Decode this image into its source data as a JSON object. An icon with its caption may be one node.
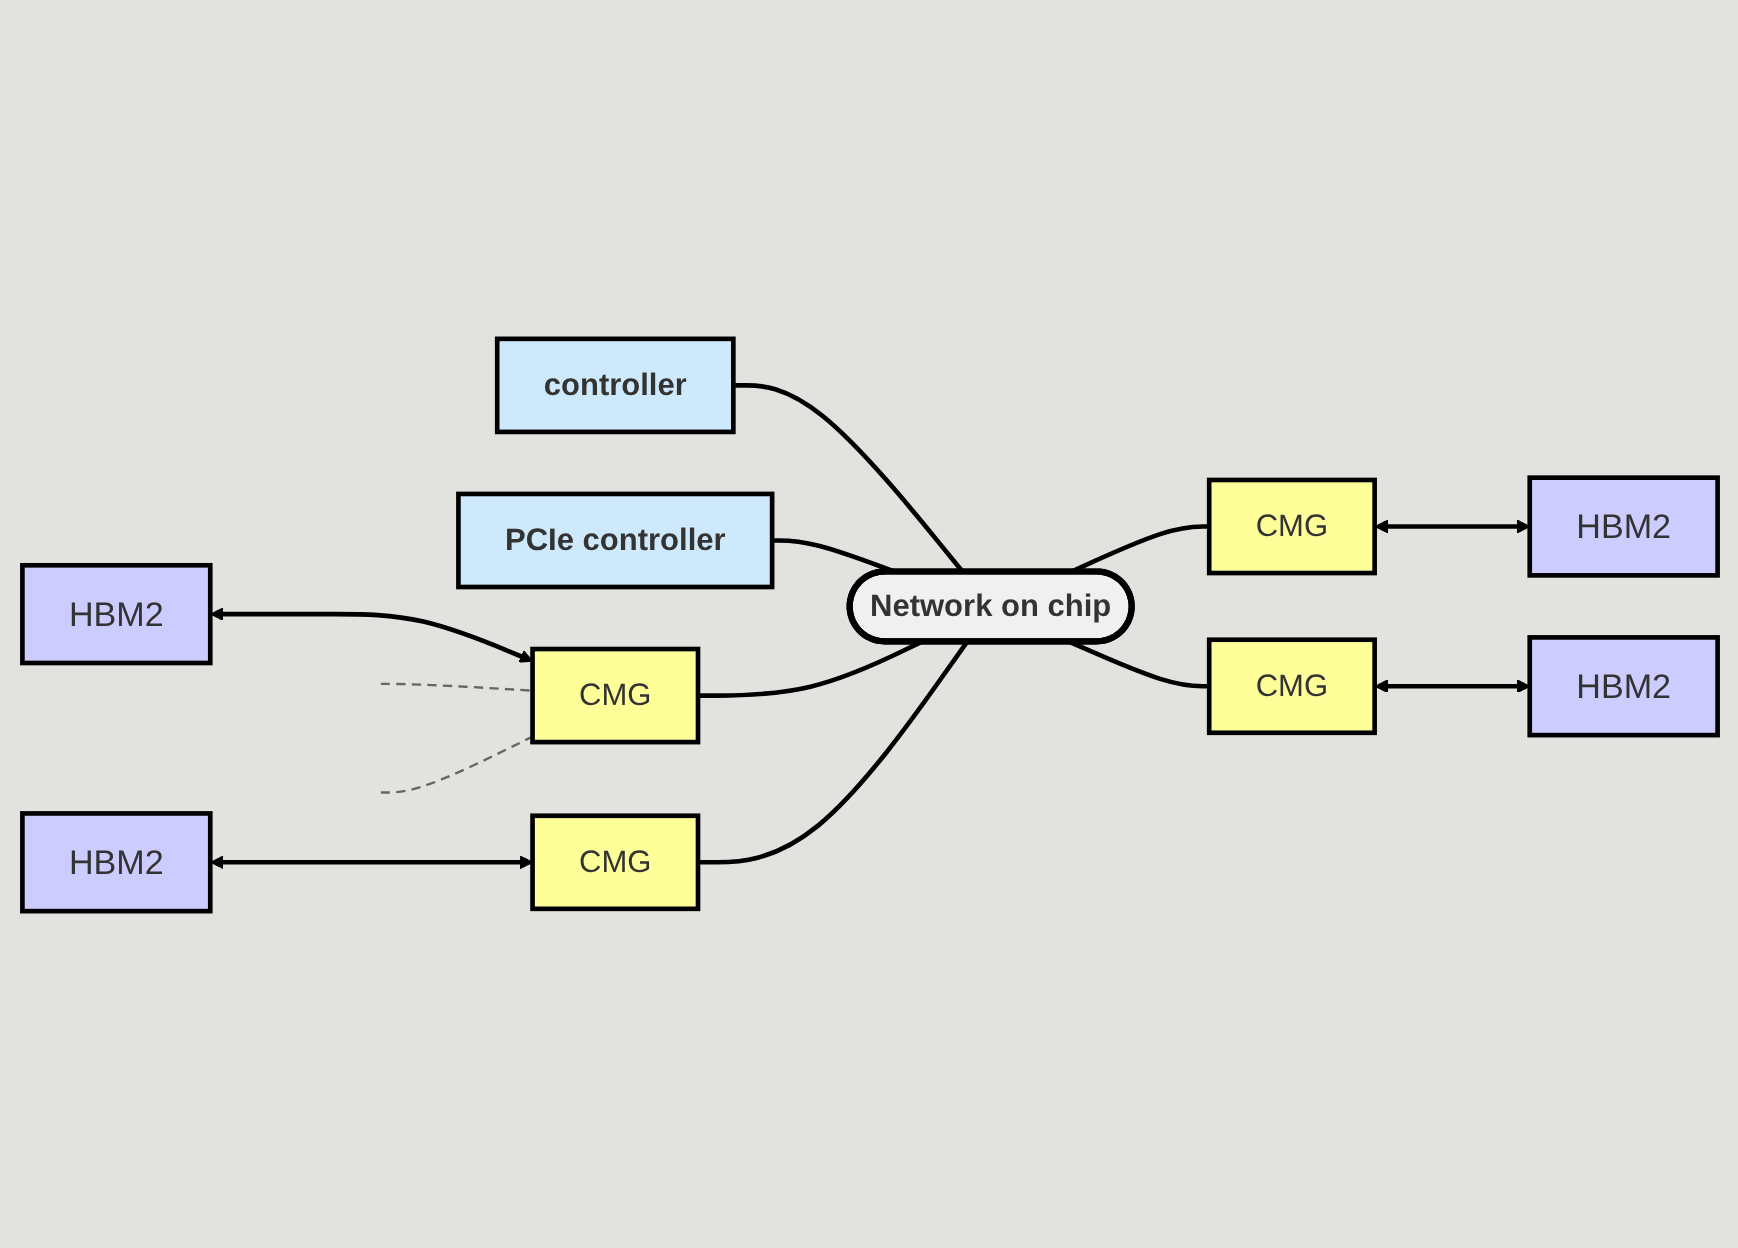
{
  "diagram": {
    "nodes": [
      {
        "text": [
          "controller"
        ]
      },
      {
        "text": [
          "PCIe controller"
        ]
      },
      {
        "text": [
          "HBM2"
        ]
      },
      {
        "text": [
          "CMG"
        ]
      },
      {
        "text": [
          "Network on chip"
        ]
      },
      {
        "text": [
          "CMG"
        ]
      },
      {
        "text": [
          "HBM2"
        ]
      },
      {
        "text": [
          "HBM2"
        ]
      },
      {
        "text": [
          "CMG"
        ]
      },
      {
        "text": [
          "CMG"
        ]
      },
      {
        "text": [
          "HBM2"
        ]
      }
    ],
    "edges": [
      {
        "from": 0,
        "to": 4,
        "arrow": "none"
      },
      {
        "from": 1,
        "to": 4,
        "arrow": "none"
      },
      {
        "from": 2,
        "to": 3,
        "arrow": "both"
      },
      {
        "from": 3,
        "to": 4,
        "arrow": "none"
      },
      {
        "from": 4,
        "to": 5,
        "arrow": "none"
      },
      {
        "from": 5,
        "to": 6,
        "arrow": "both"
      },
      {
        "from": 7,
        "to": 8,
        "arrow": "both"
      },
      {
        "from": 8,
        "to": 4,
        "arrow": "none"
      },
      {
        "from": 4,
        "to": 9,
        "arrow": "none"
      },
      {
        "from": 9,
        "to": 10,
        "arrow": "both"
      },
      {
        "from": null,
        "to": 3,
        "arrow": "none",
        "style": "dashed",
        "color": "#666666"
      },
      {
        "from": null,
        "to": 3,
        "arrow": "none",
        "style": "dashed",
        "color": "#666666"
      }
    ]
  }
}
